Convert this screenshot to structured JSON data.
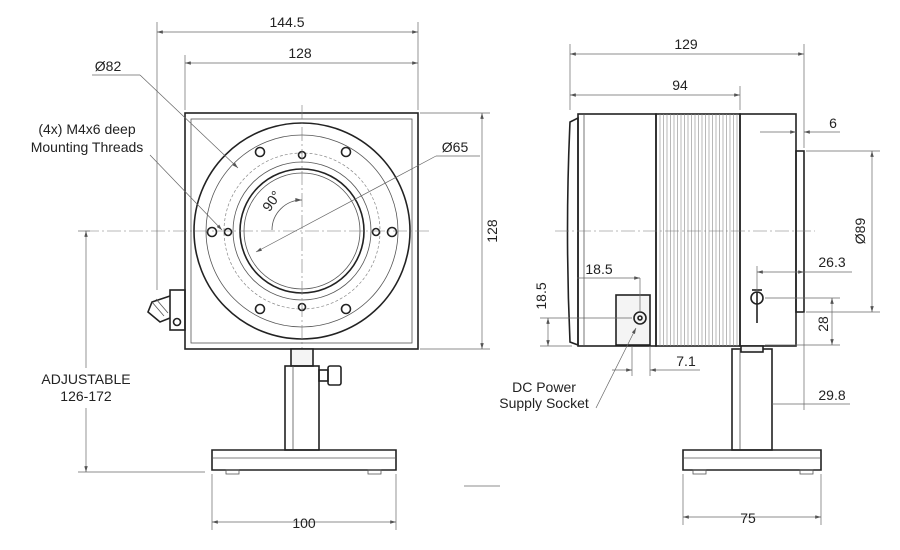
{
  "dimensions": {
    "front_overall_width": "144.5",
    "front_body_width": "128",
    "outer_diameter": "Ø82",
    "inner_diameter": "Ø65",
    "front_height": "128",
    "rotation_angle": "90°",
    "side_overall_length": "129",
    "side_finned_length": "94",
    "side_flange_offset": "6",
    "side_diameter": "Ø89",
    "side_switch_offset": "26.3",
    "socket_horizontal": "18.5",
    "socket_vertical": "18.5",
    "switch_height": "28",
    "socket_width": "7.1",
    "switch_to_post": "29.8",
    "base_width_front": "100",
    "base_width_side": "75"
  },
  "labels": {
    "threads_line1": "(4x) M4x6 deep",
    "threads_line2": "Mounting Threads",
    "adjustable_line1": "ADJUSTABLE",
    "adjustable_line2": "126-172",
    "socket_line1": "DC Power",
    "socket_line2": "Supply Socket"
  }
}
